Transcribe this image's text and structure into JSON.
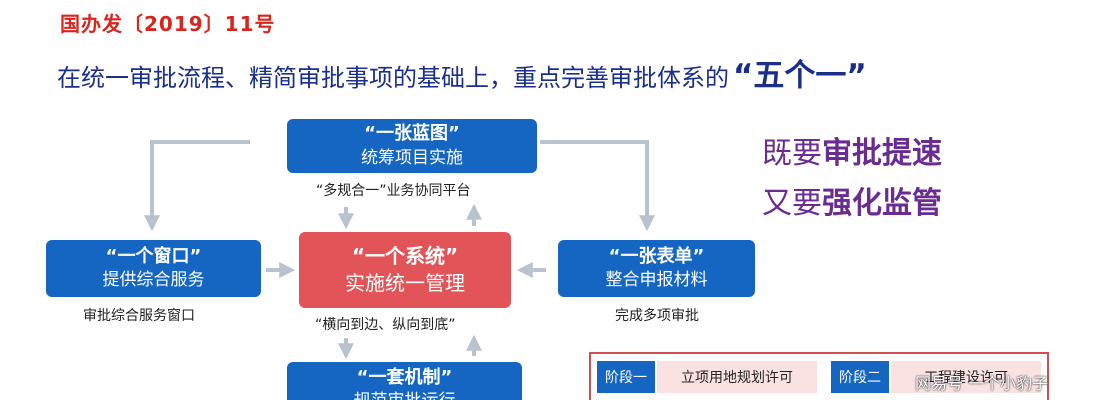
{
  "document_number": "国办发〔2019〕11号",
  "headline": {
    "text": "在统一审批流程、精简审批事项的基础上，重点完善审批体系的",
    "emphasis": "“五个一”"
  },
  "diagram": {
    "top_box": {
      "title": "“一张蓝图”",
      "subtitle": "统筹项目实施",
      "caption": "“多规合一”业务协同平台"
    },
    "left_box": {
      "title": "“一个窗口”",
      "subtitle": "提供综合服务",
      "caption": "审批综合服务窗口"
    },
    "center_box": {
      "title": "“一个系统”",
      "subtitle": "实施统一管理",
      "caption": "“横向到边、纵向到底”"
    },
    "right_box": {
      "title": "“一张表单”",
      "subtitle": "整合申报材料",
      "caption": "完成多项审批"
    },
    "bottom_box": {
      "title": "“一套机制”",
      "subtitle": "规范审批运行"
    }
  },
  "slogan": {
    "line1_prefix": "既要",
    "line1_strong": "审批提速",
    "line2_prefix": "又要",
    "line2_strong": "强化监管"
  },
  "stages": [
    {
      "tag": "阶段一",
      "name": "立项用地规划许可"
    },
    {
      "tag": "阶段二",
      "name": "工程建设许可"
    }
  ],
  "watermark": "网易号 一个小豹子",
  "colors": {
    "blue_box": "#1466c2",
    "red_box": "#e25457",
    "arrow_gray": "#b9c3cf",
    "document_number_red": "#d7261e",
    "headline_navy": "#1a2e8c",
    "slogan_purple": "#6a2c91"
  }
}
